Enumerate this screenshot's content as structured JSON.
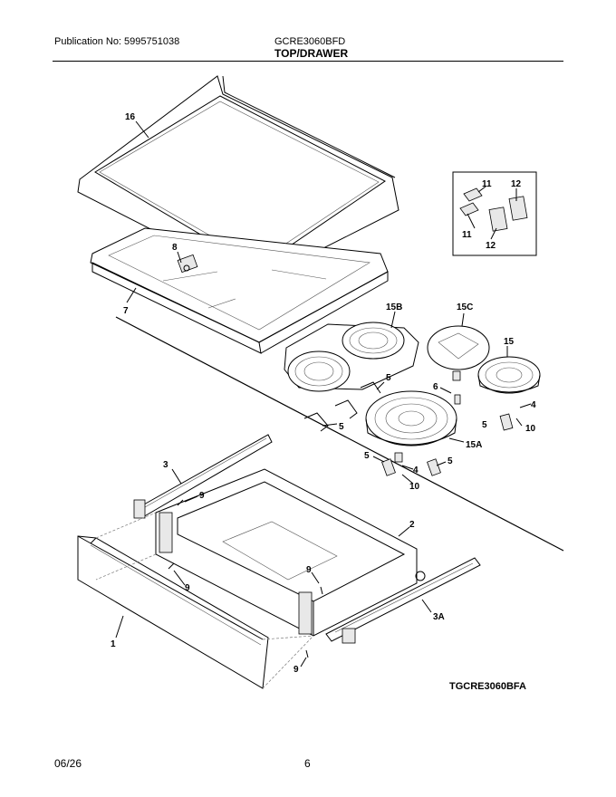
{
  "header": {
    "publication": "Publication No: 5995751038",
    "model": "GCRE3060BFD",
    "section_title": "TOP/DRAWER"
  },
  "footer": {
    "date": "06/26",
    "page_number": "6"
  },
  "diagram_code": "TGCRE3060BFA",
  "callouts": {
    "c16": "16",
    "c8": "8",
    "c7": "7",
    "c11a": "11",
    "c12a": "12",
    "c11b": "11",
    "c12b": "12",
    "c15b": "15B",
    "c15c": "15C",
    "c15": "15",
    "c5a": "5",
    "c5b": "5",
    "c6": "6",
    "c4a": "4",
    "c10a": "10",
    "c5c": "5",
    "c15a": "15A",
    "c5d": "5",
    "c4b": "4",
    "c5e": "5",
    "c10b": "10",
    "c3": "3",
    "c9a": "9",
    "c2": "2",
    "c9b": "9",
    "c9c": "9",
    "c1": "1",
    "c3a": "3A",
    "c9d": "9"
  }
}
